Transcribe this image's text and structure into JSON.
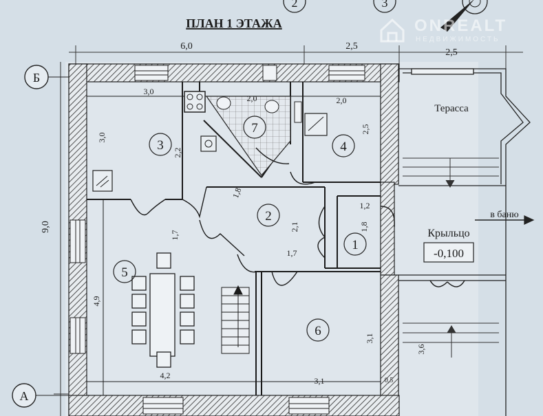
{
  "title": "ПЛАН 1 ЭТАЖА",
  "header_markers": [
    "2",
    "3"
  ],
  "axes": {
    "top_left": "Б",
    "bottom_left": "А"
  },
  "overall_dims": {
    "top": [
      "6,0",
      "2,5",
      "2,5"
    ],
    "left": "9,0"
  },
  "rooms": [
    {
      "number": "1"
    },
    {
      "number": "2"
    },
    {
      "number": "3"
    },
    {
      "number": "4"
    },
    {
      "number": "5"
    },
    {
      "number": "6"
    },
    {
      "number": "7"
    }
  ],
  "room_dims": {
    "r3_w": "3,0",
    "r3_h": "3,0",
    "r3_h2": "2,2",
    "r7_w": "2,0",
    "r4_w": "2,0",
    "r4_h": "2,5",
    "r2_diag": "1,8",
    "r2_h": "2,1",
    "r2_w": "1,7",
    "r1_w": "1,2",
    "r1_h": "1,8",
    "r5_h1": "1,7",
    "r5_h": "4,9",
    "r5_w": "4,2",
    "r6_w": "3,1",
    "r6_h": "3,1",
    "r6_extra": "0,5",
    "porch_h": "3,6"
  },
  "labels": {
    "terrace": "Терасса",
    "porch": "Крыльцо",
    "bath": "в баню",
    "level": "-0,100"
  },
  "watermark": {
    "name": "ONREALT",
    "sub": "НЕДВИЖИМОСТЬ",
    "logo": "house-icon"
  }
}
